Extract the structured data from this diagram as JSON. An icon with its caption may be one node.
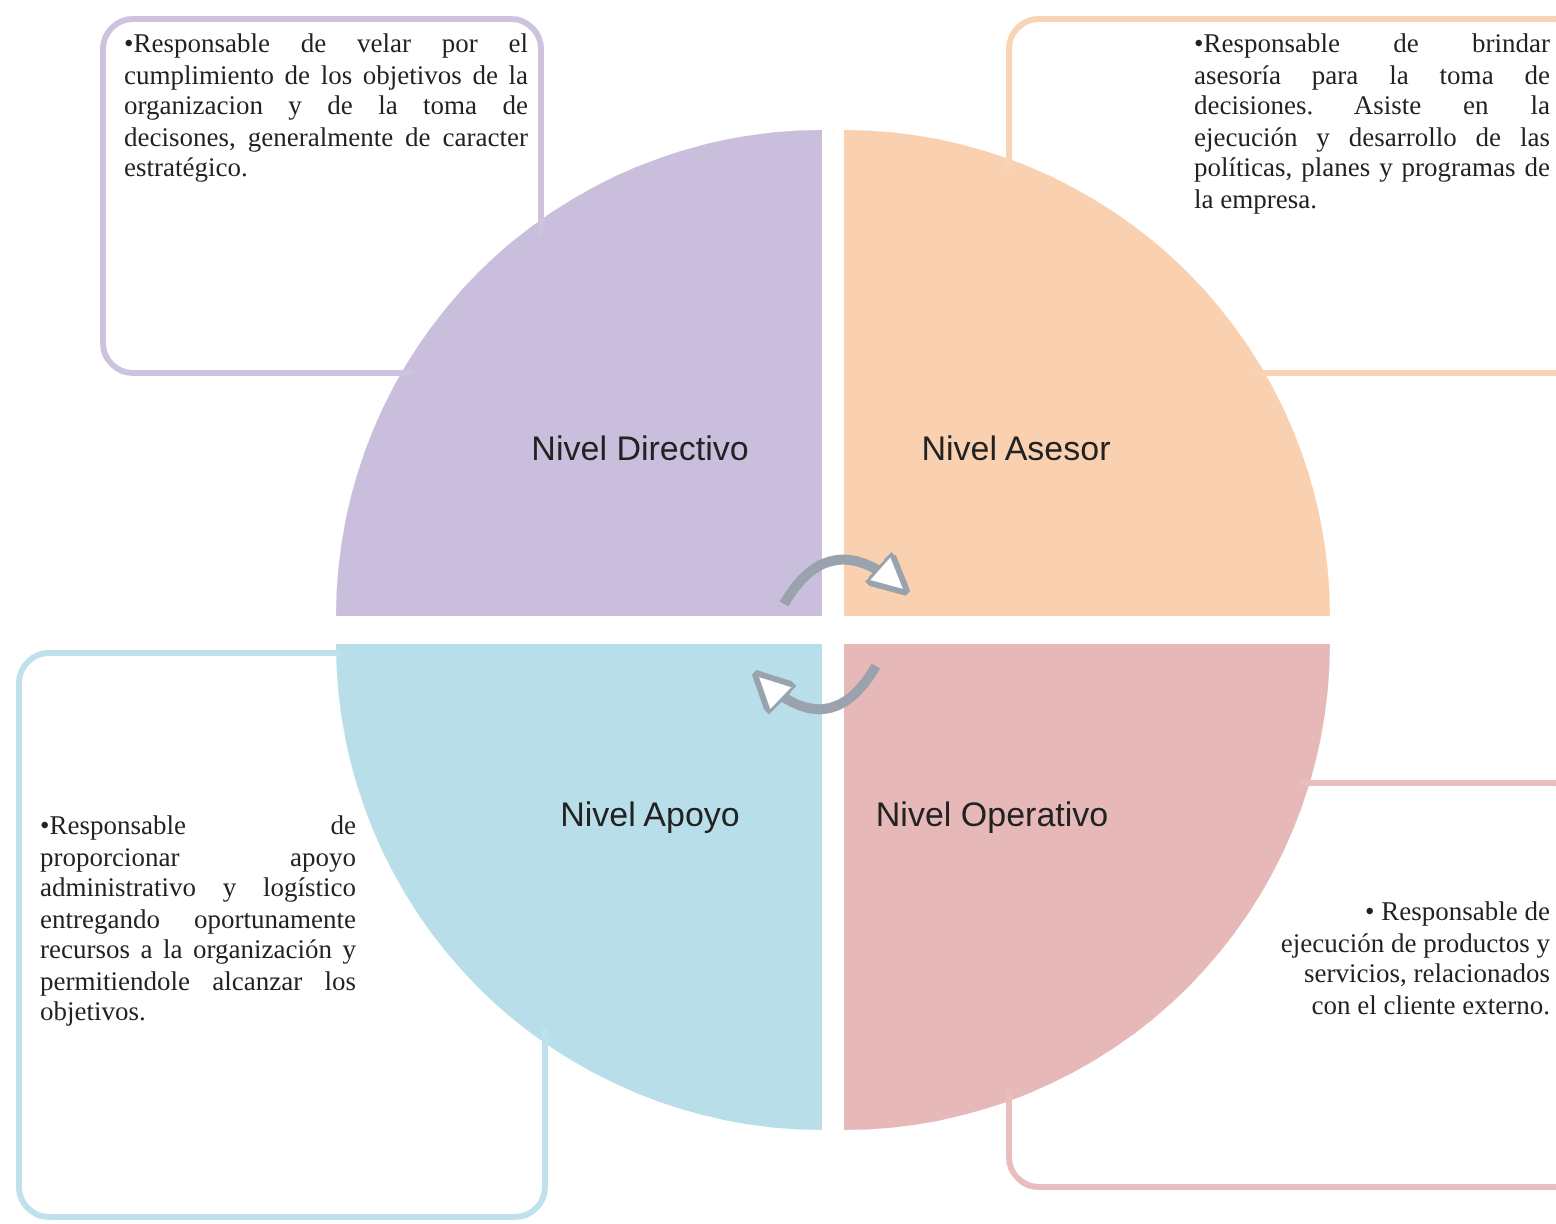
{
  "diagram": {
    "nodes": [
      {
        "text": [
          "•Responsable de velar por el cumplimiento de los objetivos de la organizacion y de la toma de decisones, generalmente de caracter estratégico."
        ]
      },
      {
        "text": [
          "•Responsable de brindar asesoría para la toma de decisiones. Asiste en la ejecución y desarrollo de las políticas, planes y programas de la empresa."
        ]
      },
      {
        "text": [
          "Nivel Directivo"
        ]
      },
      {
        "text": [
          "Nivel Asesor"
        ]
      },
      {
        "text": [
          "•Responsable de proporcionar apoyo administrativo y logístico entregando oportunamente recursos a la organización y permitiendole alcanzar los objetivos."
        ]
      },
      {
        "text": [
          "Nivel Apoyo"
        ]
      },
      {
        "text": [
          "Nivel Operativo"
        ]
      },
      {
        "text": [
          "• Responsable de ejecución de productos y servicios, relacionados con el cliente externo."
        ]
      }
    ],
    "edges": [
      {
        "from": 2,
        "to": 3,
        "arrow": "to"
      },
      {
        "from": 6,
        "to": 5,
        "arrow": "to"
      }
    ]
  }
}
